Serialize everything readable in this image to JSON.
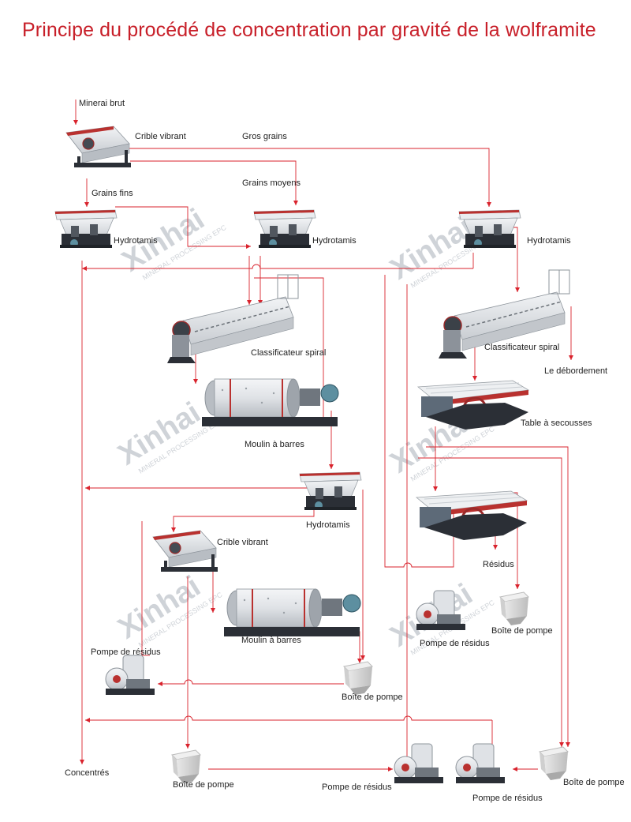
{
  "title": "Principe du procédé de concentration par gravité de la wolframite",
  "colors": {
    "title": "#c8202a",
    "flow_line": "#d9232d",
    "watermark": "#cfd3d8",
    "machine_body": "#dfe2e6",
    "machine_frame": "#2b2f36",
    "motor": "#5d8fa0"
  },
  "watermark": {
    "brand": "Xinhai",
    "tagline": "MINERAL PROCESSING EPC"
  },
  "labels": {
    "minerai_brut": "Minerai brut",
    "crible_vibrant_1": "Crible vibrant",
    "gros_grains": "Gros grains",
    "grains_fins": "Grains fins",
    "grains_moyens": "Grains moyens",
    "hydrotamis_1": "Hydrotamis",
    "hydrotamis_2": "Hydrotamis",
    "hydrotamis_3": "Hydrotamis",
    "classificateur_spiral_1": "Classificateur spiral",
    "classificateur_spiral_2": "Classificateur spiral",
    "le_debordement": "Le débordement",
    "moulin_a_barres_1": "Moulin à barres",
    "table_a_secousses": "Table à secousses",
    "hydrotamis_4": "Hydrotamis",
    "crible_vibrant_2": "Crible vibrant",
    "residus": "Résidus",
    "boite_de_pompe_1": "Boîte de pompe",
    "moulin_a_barres_2": "Moulin à barres",
    "pompe_de_residus_1": "Pompe de résidus",
    "pompe_de_residus_2": "Pompe de résidus",
    "boite_de_pompe_2": "Boîte de pompe",
    "concentres": "Concentrés",
    "boite_de_pompe_3": "Boîte de pompe",
    "pompe_de_residus_3": "Pompe de résidus",
    "pompe_de_residus_4": "Pompe de résidus",
    "boite_de_pompe_4": "Boîte de pompe"
  }
}
